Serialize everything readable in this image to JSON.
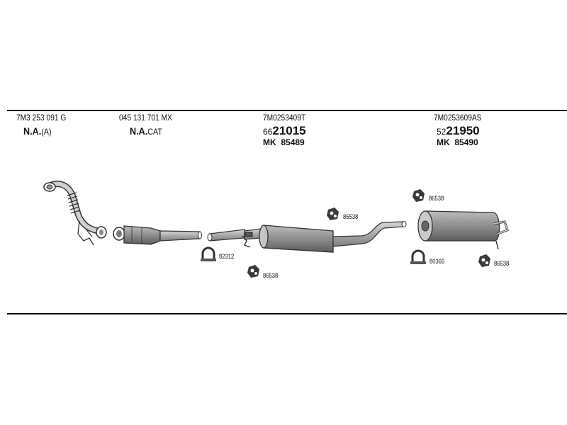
{
  "parts": [
    {
      "part_no": "7M3 253 091 G",
      "na": "N.A.",
      "na_suffix": "(A)"
    },
    {
      "part_no": "045 131 701 MX",
      "na": "N.A.",
      "na_suffix": "CAT"
    },
    {
      "part_no": "7M0253409T",
      "ref_prefix": "66",
      "ref_number": "21015",
      "mk_label": "MK",
      "mk_number": "85489"
    },
    {
      "part_no": "7M0253609AS",
      "ref_prefix": "52",
      "ref_number": "21950",
      "mk_label": "MK",
      "mk_number": "85490"
    }
  ],
  "hardware": [
    {
      "code": "86538"
    },
    {
      "code": "82312"
    },
    {
      "code": "86538"
    },
    {
      "code": "86538"
    },
    {
      "code": "80365"
    },
    {
      "code": "86538"
    }
  ]
}
